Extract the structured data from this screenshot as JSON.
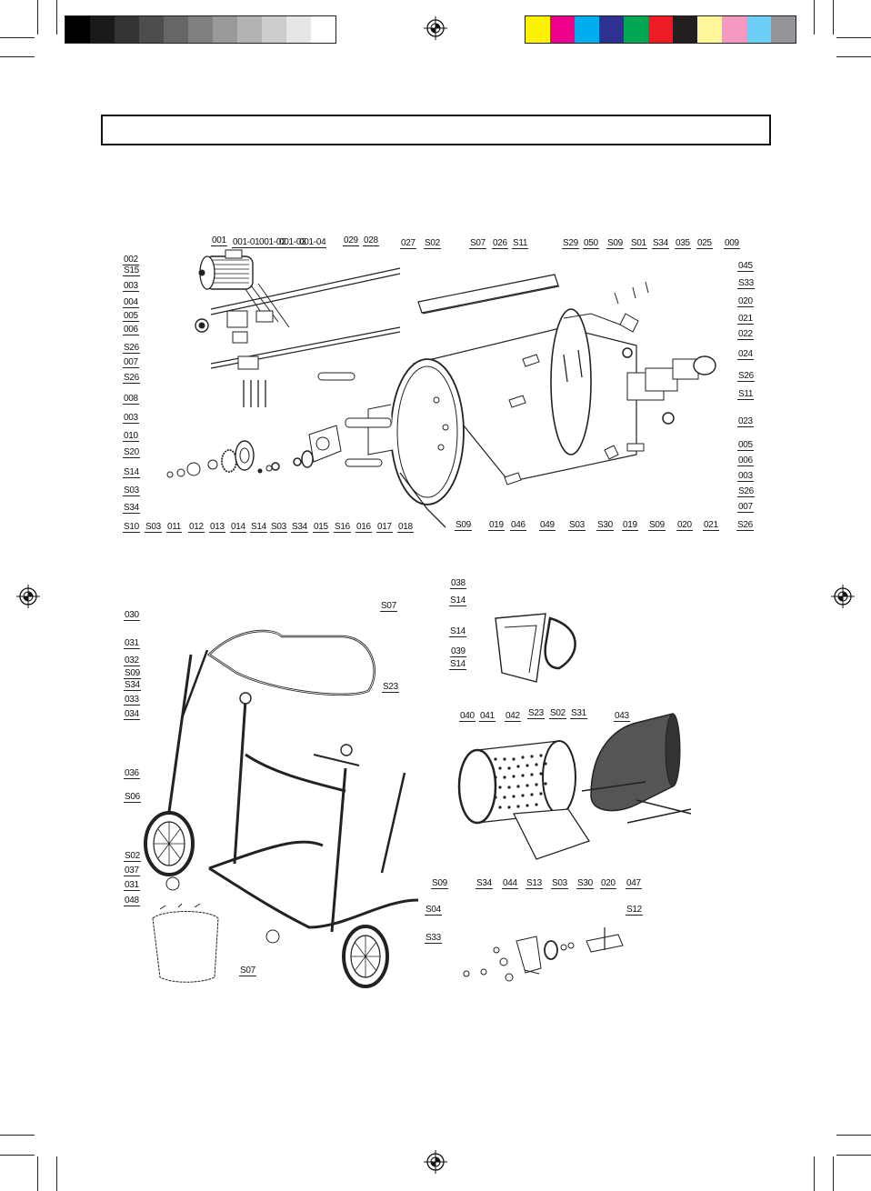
{
  "color_bar": {
    "grays": [
      "#000000",
      "#1a1a1a",
      "#333333",
      "#4d4d4d",
      "#666666",
      "#808080",
      "#999999",
      "#b3b3b3",
      "#cccccc",
      "#e6e6e6",
      "#ffffff"
    ],
    "process": [
      "#fff200",
      "#ec008c",
      "#00aeef",
      "#2e3192",
      "#00a651",
      "#ed1c24",
      "#231f20",
      "#fff799",
      "#f49ac1",
      "#6dcff6",
      "#939598"
    ]
  },
  "title_box": {
    "text": ""
  },
  "callouts": {
    "top": [
      {
        "id": "t1",
        "text": "001"
      },
      {
        "id": "t2",
        "text": "001-01"
      },
      {
        "id": "t3",
        "text": "001-02"
      },
      {
        "id": "t4",
        "text": "001-03"
      },
      {
        "id": "t5",
        "text": "001-04"
      },
      {
        "id": "t6",
        "text": "029"
      },
      {
        "id": "t7",
        "text": "028"
      },
      {
        "id": "t8",
        "text": "027"
      },
      {
        "id": "t9",
        "text": "S02"
      },
      {
        "id": "t10",
        "text": "S07"
      },
      {
        "id": "t11",
        "text": "026"
      },
      {
        "id": "t12",
        "text": "S11"
      },
      {
        "id": "t13",
        "text": "S29"
      },
      {
        "id": "t14",
        "text": "050"
      },
      {
        "id": "t15",
        "text": "S09"
      },
      {
        "id": "t16",
        "text": "S01"
      },
      {
        "id": "t17",
        "text": "S34"
      },
      {
        "id": "t18",
        "text": "035"
      },
      {
        "id": "t19",
        "text": "025"
      },
      {
        "id": "t20",
        "text": "009"
      },
      {
        "id": "l1",
        "text": "002"
      },
      {
        "id": "l2",
        "text": "S15"
      },
      {
        "id": "l3",
        "text": "003"
      },
      {
        "id": "l4",
        "text": "004"
      },
      {
        "id": "l5",
        "text": "005"
      },
      {
        "id": "l6",
        "text": "006"
      },
      {
        "id": "l7",
        "text": "S26"
      },
      {
        "id": "l8",
        "text": "007"
      },
      {
        "id": "l9",
        "text": "S26"
      },
      {
        "id": "l10",
        "text": "008"
      },
      {
        "id": "l11",
        "text": "003"
      },
      {
        "id": "l12",
        "text": "010"
      },
      {
        "id": "l13",
        "text": "S20"
      },
      {
        "id": "l14",
        "text": "S14"
      },
      {
        "id": "l15",
        "text": "S03"
      },
      {
        "id": "l16",
        "text": "S34"
      },
      {
        "id": "b1",
        "text": "S10"
      },
      {
        "id": "b2",
        "text": "S03"
      },
      {
        "id": "b3",
        "text": "011"
      },
      {
        "id": "b4",
        "text": "012"
      },
      {
        "id": "b5",
        "text": "013"
      },
      {
        "id": "b6",
        "text": "014"
      },
      {
        "id": "b7",
        "text": "S14"
      },
      {
        "id": "b8",
        "text": "S03"
      },
      {
        "id": "b9",
        "text": "S34"
      },
      {
        "id": "b10",
        "text": "015"
      },
      {
        "id": "b11",
        "text": "S16"
      },
      {
        "id": "b12",
        "text": "016"
      },
      {
        "id": "b13",
        "text": "017"
      },
      {
        "id": "b14",
        "text": "018"
      },
      {
        "id": "b15",
        "text": "S09"
      },
      {
        "id": "b16",
        "text": "019"
      },
      {
        "id": "b17",
        "text": "046"
      },
      {
        "id": "b18",
        "text": "049"
      },
      {
        "id": "b19",
        "text": "S03"
      },
      {
        "id": "b20",
        "text": "S30"
      },
      {
        "id": "b21",
        "text": "019"
      },
      {
        "id": "b22",
        "text": "S09"
      },
      {
        "id": "b23",
        "text": "020"
      },
      {
        "id": "b24",
        "text": "021"
      },
      {
        "id": "b25",
        "text": "S26"
      },
      {
        "id": "r1",
        "text": "045"
      },
      {
        "id": "r2",
        "text": "S33"
      },
      {
        "id": "r3",
        "text": "020"
      },
      {
        "id": "r4",
        "text": "021"
      },
      {
        "id": "r5",
        "text": "022"
      },
      {
        "id": "r6",
        "text": "024"
      },
      {
        "id": "r7",
        "text": "S26"
      },
      {
        "id": "r8",
        "text": "S11"
      },
      {
        "id": "r9",
        "text": "023"
      },
      {
        "id": "r10",
        "text": "005"
      },
      {
        "id": "r11",
        "text": "006"
      },
      {
        "id": "r12",
        "text": "003"
      },
      {
        "id": "r13",
        "text": "S26"
      },
      {
        "id": "r14",
        "text": "007"
      }
    ],
    "stand": [
      {
        "id": "s1",
        "text": "030"
      },
      {
        "id": "s2",
        "text": "031"
      },
      {
        "id": "s3",
        "text": "032"
      },
      {
        "id": "s4",
        "text": "S09"
      },
      {
        "id": "s5",
        "text": "S34"
      },
      {
        "id": "s6",
        "text": "033"
      },
      {
        "id": "s7",
        "text": "034"
      },
      {
        "id": "s8",
        "text": "036"
      },
      {
        "id": "s9",
        "text": "S06"
      },
      {
        "id": "s10",
        "text": "S02"
      },
      {
        "id": "s11",
        "text": "037"
      },
      {
        "id": "s12",
        "text": "031"
      },
      {
        "id": "s13",
        "text": "048"
      },
      {
        "id": "s14",
        "text": "S07"
      },
      {
        "id": "s15",
        "text": "S07"
      },
      {
        "id": "s16",
        "text": "S23"
      }
    ],
    "drum": [
      {
        "id": "d1",
        "text": "038"
      },
      {
        "id": "d2",
        "text": "S14"
      },
      {
        "id": "d3",
        "text": "S14"
      },
      {
        "id": "d4",
        "text": "039"
      },
      {
        "id": "d5",
        "text": "S14"
      },
      {
        "id": "d6",
        "text": "040"
      },
      {
        "id": "d7",
        "text": "041"
      },
      {
        "id": "d8",
        "text": "042"
      },
      {
        "id": "d9",
        "text": "S23"
      },
      {
        "id": "d10",
        "text": "S02"
      },
      {
        "id": "d11",
        "text": "S31"
      },
      {
        "id": "d12",
        "text": "043"
      }
    ],
    "roller": [
      {
        "id": "w1",
        "text": "S09"
      },
      {
        "id": "w2",
        "text": "S34"
      },
      {
        "id": "w3",
        "text": "044"
      },
      {
        "id": "w4",
        "text": "S13"
      },
      {
        "id": "w5",
        "text": "S03"
      },
      {
        "id": "w6",
        "text": "S30"
      },
      {
        "id": "w7",
        "text": "020"
      },
      {
        "id": "w8",
        "text": "047"
      },
      {
        "id": "w9",
        "text": "S04"
      },
      {
        "id": "w10",
        "text": "S12"
      },
      {
        "id": "w11",
        "text": "S33"
      }
    ]
  }
}
